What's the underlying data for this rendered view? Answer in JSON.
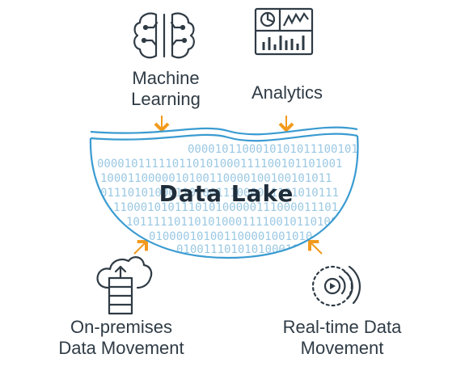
{
  "lake": {
    "title": "Data Lake",
    "binary_rows": [
      "0000101100010101011100101",
      "000010111110110101000111100101101001",
      "1000110000010100110000100100101011",
      "01110101000110100111000011101010111",
      "110001010111010100000111000011101",
      "10111110110101000111100101101001",
      "010000101001100001001010",
      "010011101010100011"
    ]
  },
  "nodes": {
    "machine_learning": {
      "label": "Machine\nLearning",
      "icon": "brain-icon"
    },
    "analytics": {
      "label": "Analytics",
      "icon": "dashboard-icon"
    },
    "on_premises": {
      "label": "On-premises\nData Movement",
      "icon": "cloud-server-upload-icon"
    },
    "real_time": {
      "label": "Real-time Data\nMovement",
      "icon": "streaming-signal-icon"
    }
  },
  "colors": {
    "lake_stroke": "#3a9bd1",
    "binary_text": "#9ac8e3",
    "arrow": "#f29a1d",
    "icon": "#2f3b45",
    "text": "#2f3b45"
  }
}
